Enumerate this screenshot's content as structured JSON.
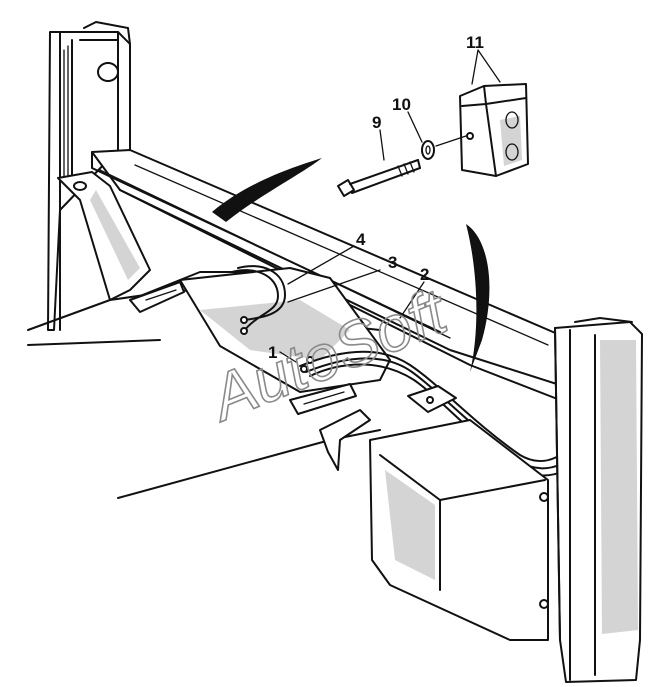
{
  "callouts": {
    "c1": "1",
    "c2": "2",
    "c3": "3",
    "c4": "4",
    "c9": "9",
    "c10": "10",
    "c11": "11"
  },
  "watermark": "AutoSoft"
}
